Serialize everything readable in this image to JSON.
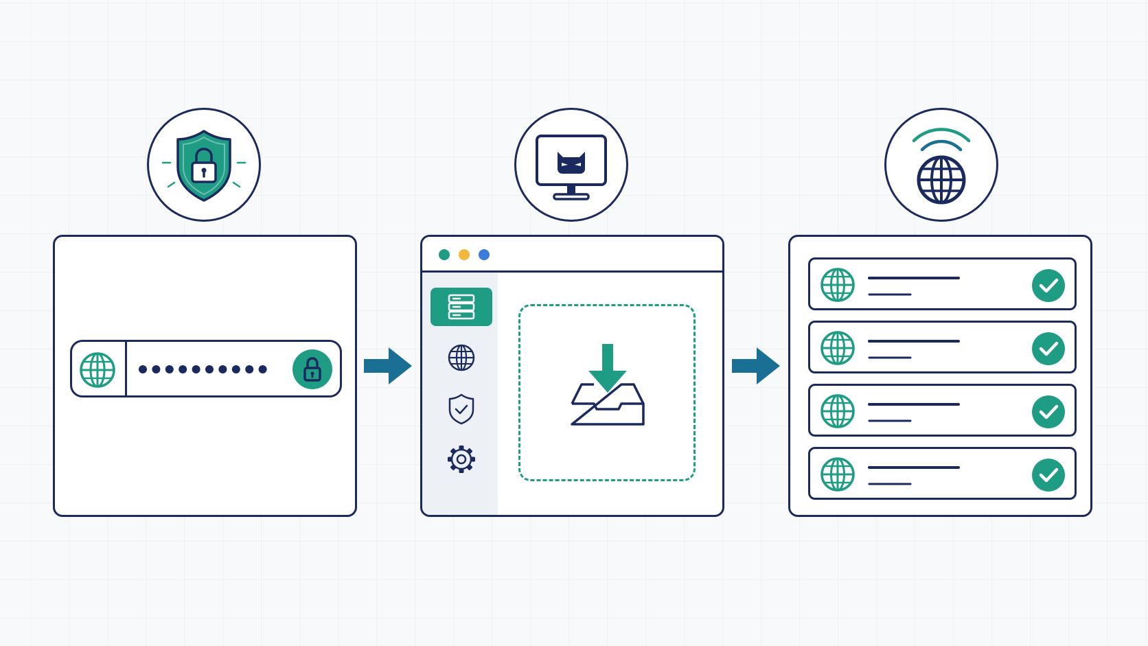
{
  "colors": {
    "navy": "#1b2a5e",
    "teal": "#1f9c84",
    "blue_arrow": "#1a6f94",
    "sidebar_bg": "#edf0f5",
    "dot_green": "#1f9c84",
    "dot_yellow": "#f5b73b",
    "dot_blue": "#3b7ddd"
  },
  "steps": [
    {
      "badge_icon": "shield-lock-icon",
      "panel": "password-field-panel"
    },
    {
      "badge_icon": "monitor-cat-icon",
      "panel": "browser-window-panel"
    },
    {
      "badge_icon": "wifi-globe-icon",
      "panel": "site-list-panel"
    }
  ],
  "password": {
    "leading_icon": "globe-icon",
    "masked_dot_count": 10,
    "trailing_icon": "lock-icon"
  },
  "browser": {
    "window_dots": [
      "green",
      "yellow",
      "blue"
    ],
    "sidebar_items": [
      {
        "icon": "server-icon",
        "active": true
      },
      {
        "icon": "globe-icon",
        "active": false
      },
      {
        "icon": "shield-check-icon",
        "active": false
      },
      {
        "icon": "gear-icon",
        "active": false
      }
    ],
    "dropzone_icon": "download-tray-icon"
  },
  "site_list": {
    "rows": [
      {
        "icon": "globe-icon",
        "status": "check-icon"
      },
      {
        "icon": "globe-icon",
        "status": "check-icon"
      },
      {
        "icon": "globe-icon",
        "status": "check-icon"
      },
      {
        "icon": "globe-icon",
        "status": "check-icon"
      }
    ]
  }
}
